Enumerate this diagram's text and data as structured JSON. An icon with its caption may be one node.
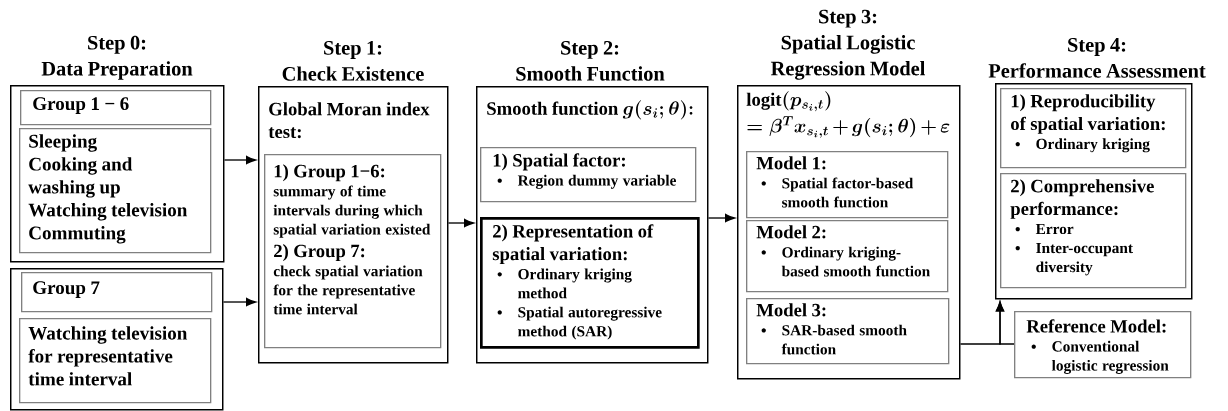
{
  "diagram": {
    "nodes": [
      {
        "text": [],
        "shape": "box"
      },
      {
        "text": [
          "Group 1 − 6"
        ],
        "in": 0
      },
      {
        "text": [
          "Sleeping",
          "Cooking and washing up",
          "Watching television",
          "Commuting"
        ],
        "in": 0
      },
      {
        "text": [],
        "shape": "box"
      },
      {
        "text": [
          "Group 7"
        ],
        "in": 3
      },
      {
        "text": [
          "Watching television for representative time interval"
        ],
        "in": 3
      },
      {
        "text": [
          "Step 1:",
          "Check Existence",
          "Global Moran index test:"
        ]
      },
      {
        "text": [
          "1) Group 1−6:",
          "summary of time intervals during which spatial variation existed",
          "2) Group 7:",
          "check spatial variation for the representative time interval"
        ],
        "in": 6
      },
      {
        "text": [
          "Step 2:",
          "Smooth Function",
          "Smooth function",
          "g(s_i;\\theta){:}"
        ]
      },
      {
        "text": [
          "1) Spatial factor:",
          "Region dummy variable"
        ],
        "in": 8
      },
      {
        "text": [
          "2) Representation of spatial variation:",
          "Ordinary kriging method",
          "Spatial autoregressive method (SAR)"
        ],
        "in": 8
      },
      {
        "text": [
          "Step 3:",
          "Spatial Logistic Regression Model",
          "\\mathrm{logit}(p_{s_i,t})",
          "= \\beta^T x_{s_i,t} + g(s_i;\\theta) + \\varepsilon"
        ]
      },
      {
        "text": [
          "Model 1:",
          "Spatial factor-based smooth function"
        ],
        "in": 11
      },
      {
        "text": [
          "Model 2:",
          "Ordinary kriging-based smooth function"
        ],
        "in": 11
      },
      {
        "text": [
          "Model 3:",
          "SAR-based smooth function"
        ],
        "in": 11
      },
      {
        "text": [
          "Step 4:",
          "Performance Assessment"
        ]
      },
      {
        "text": [
          "1) Reproducibility of spatial variation:",
          "Ordinary kriging"
        ],
        "in": 15
      },
      {
        "text": [
          "2) Comprehensive performance:",
          "Error",
          "Inter-occupant diversity"
        ],
        "in": 15
      },
      {
        "text": [
          "Reference Model:",
          "Conventional logistic regression"
        ]
      }
    ],
    "edges": [
      {
        "from": 0,
        "to": 6,
        "arrow": "to"
      },
      {
        "from": 3,
        "to": 6,
        "arrow": "to"
      },
      {
        "from": 6,
        "to": 8,
        "arrow": "to"
      },
      {
        "from": 8,
        "to": 11,
        "arrow": "to"
      },
      {
        "from": 11,
        "to": 15,
        "arrow": "to"
      },
      {
        "from": 18,
        "to": 15,
        "arrow": "to"
      }
    ],
    "labels": [
      "Step 0:",
      "Data Preparation"
    ]
  }
}
